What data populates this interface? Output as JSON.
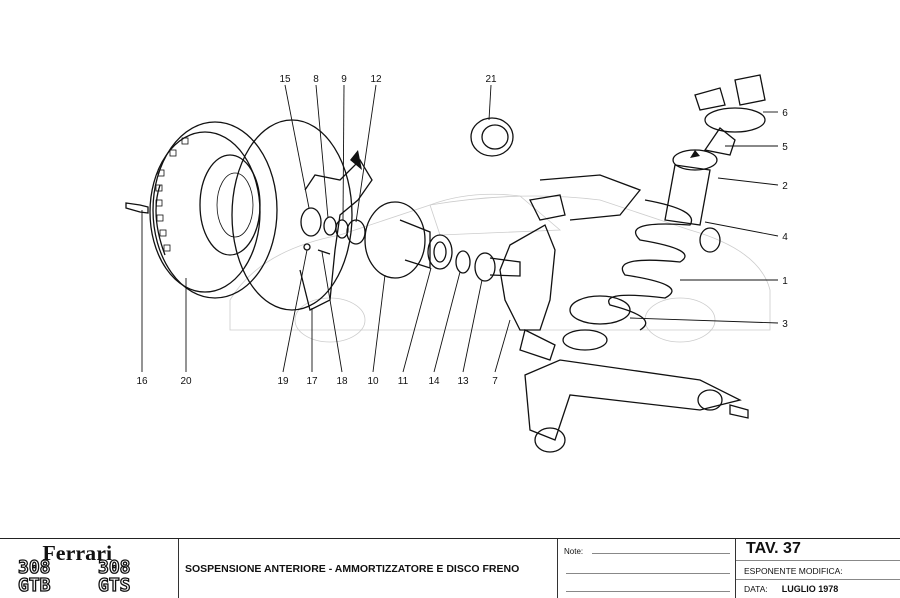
{
  "callouts": [
    "15",
    "8",
    "9",
    "12",
    "21",
    "6",
    "5",
    "2",
    "4",
    "1",
    "3",
    "16",
    "20",
    "19",
    "17",
    "18",
    "10",
    "11",
    "14",
    "13",
    "7"
  ],
  "title_block": {
    "brand": "Ferrari",
    "models": [
      "308 GTB",
      "308 GTS"
    ],
    "model_lines": [
      [
        "308",
        "GTB"
      ],
      [
        "308",
        "GTS"
      ]
    ],
    "description": "SOSPENSIONE ANTERIORE - AMMORTIZZATORE E DISCO FRENO",
    "notes_label": "Note:",
    "table": "TAV. 37",
    "revision_label": "ESPONENTE MODIFICA:",
    "date_label": "DATA:",
    "date_value": "LUGLIO 1978"
  }
}
